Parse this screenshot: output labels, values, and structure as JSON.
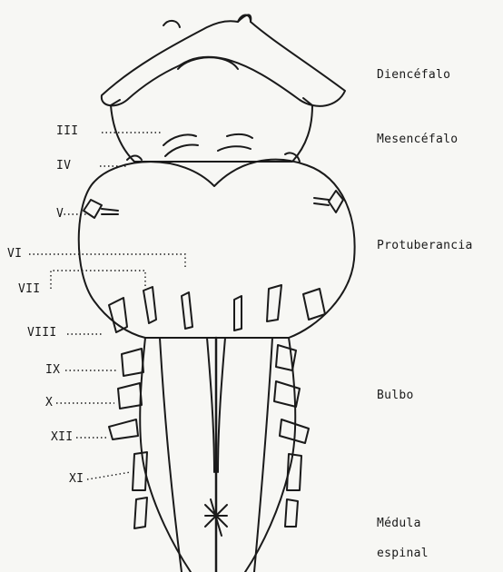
{
  "nerves": {
    "III": "III",
    "IV": "IV",
    "V": "V",
    "VI": "VI",
    "VII": "VII",
    "VIII": "VIII",
    "IX": "IX",
    "X": "X",
    "XII": "XII",
    "XI": "XI"
  },
  "regions": {
    "diencefalo": "Diencéfalo",
    "mesencefalo": "Mesencéfalo",
    "protuberancia": "Protuberancia",
    "bulbo": "Bulbo",
    "medula_line1": "Médula",
    "medula_line2": "espinal"
  },
  "colors": {
    "ink": "#1a1a1a",
    "paper": "#f7f7f4"
  }
}
